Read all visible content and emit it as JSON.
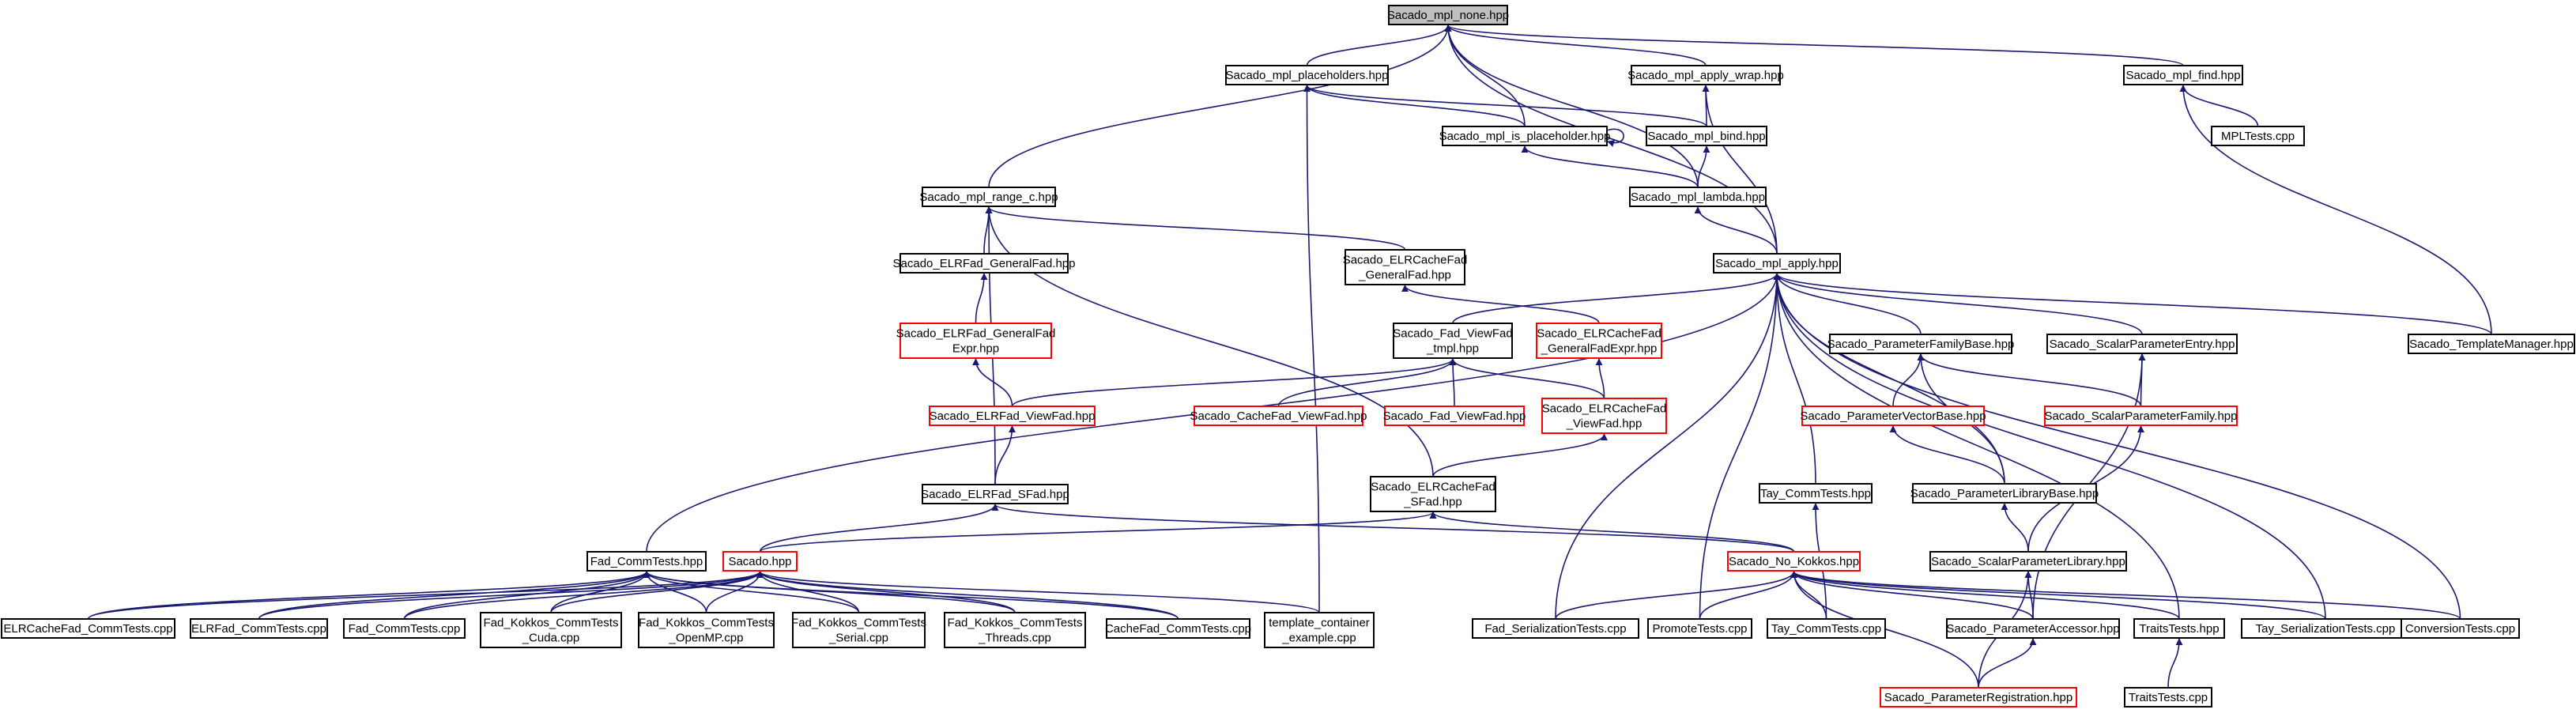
{
  "colors": {
    "edge": "#191970",
    "normal_border": "#000000",
    "red_border": "#ff0000",
    "root_fill": "#bfbfbf"
  },
  "nodes": [
    {
      "id": "none",
      "lines": [
        "Sacado_mpl_none.hpp"
      ],
      "style": "root"
    },
    {
      "id": "placeholders",
      "lines": [
        "Sacado_mpl_placeholders.hpp"
      ],
      "style": "normal"
    },
    {
      "id": "apply_wrap",
      "lines": [
        "Sacado_mpl_apply_wrap.hpp"
      ],
      "style": "normal"
    },
    {
      "id": "find",
      "lines": [
        "Sacado_mpl_find.hpp"
      ],
      "style": "normal"
    },
    {
      "id": "is_placeholder",
      "lines": [
        "Sacado_mpl_is_placeholder.hpp"
      ],
      "style": "normal"
    },
    {
      "id": "bind",
      "lines": [
        "Sacado_mpl_bind.hpp"
      ],
      "style": "normal"
    },
    {
      "id": "mpltests",
      "lines": [
        "MPLTests.cpp"
      ],
      "style": "normal"
    },
    {
      "id": "range_c",
      "lines": [
        "Sacado_mpl_range_c.hpp"
      ],
      "style": "normal"
    },
    {
      "id": "lambda",
      "lines": [
        "Sacado_mpl_lambda.hpp"
      ],
      "style": "normal"
    },
    {
      "id": "elrfad_general",
      "lines": [
        "Sacado_ELRFad_GeneralFad.hpp"
      ],
      "style": "normal"
    },
    {
      "id": "elrcache_general",
      "lines": [
        "Sacado_ELRCacheFad",
        "_GeneralFad.hpp"
      ],
      "style": "normal"
    },
    {
      "id": "apply",
      "lines": [
        "Sacado_mpl_apply.hpp"
      ],
      "style": "normal"
    },
    {
      "id": "elrfad_generalexpr",
      "lines": [
        "Sacado_ELRFad_GeneralFad",
        "Expr.hpp"
      ],
      "style": "red"
    },
    {
      "id": "fad_viewfad_tmpl",
      "lines": [
        "Sacado_Fad_ViewFad",
        "_tmpl.hpp"
      ],
      "style": "normal"
    },
    {
      "id": "elrcache_generalexpr",
      "lines": [
        "Sacado_ELRCacheFad",
        "_GeneralFadExpr.hpp"
      ],
      "style": "red"
    },
    {
      "id": "paramfamilybase",
      "lines": [
        "Sacado_ParameterFamilyBase.hpp"
      ],
      "style": "normal"
    },
    {
      "id": "scalarparamentry",
      "lines": [
        "Sacado_ScalarParameterEntry.hpp"
      ],
      "style": "normal"
    },
    {
      "id": "templatemanager",
      "lines": [
        "Sacado_TemplateManager.hpp"
      ],
      "style": "normal"
    },
    {
      "id": "elrfad_viewfad",
      "lines": [
        "Sacado_ELRFad_ViewFad.hpp"
      ],
      "style": "red"
    },
    {
      "id": "cachefad_viewfad",
      "lines": [
        "Sacado_CacheFad_ViewFad.hpp"
      ],
      "style": "red"
    },
    {
      "id": "fad_viewfad",
      "lines": [
        "Sacado_Fad_ViewFad.hpp"
      ],
      "style": "red"
    },
    {
      "id": "elrcache_viewfad",
      "lines": [
        "Sacado_ELRCacheFad",
        "_ViewFad.hpp"
      ],
      "style": "red"
    },
    {
      "id": "paramvectorbase",
      "lines": [
        "Sacado_ParameterVectorBase.hpp"
      ],
      "style": "red"
    },
    {
      "id": "scalarparamfamily",
      "lines": [
        "Sacado_ScalarParameterFamily.hpp"
      ],
      "style": "red"
    },
    {
      "id": "elrfad_sfad",
      "lines": [
        "Sacado_ELRFad_SFad.hpp"
      ],
      "style": "normal"
    },
    {
      "id": "elrcache_sfad",
      "lines": [
        "Sacado_ELRCacheFad",
        "_SFad.hpp"
      ],
      "style": "normal"
    },
    {
      "id": "tay_commtests_hpp",
      "lines": [
        "Tay_CommTests.hpp"
      ],
      "style": "normal"
    },
    {
      "id": "paramlibbase",
      "lines": [
        "Sacado_ParameterLibraryBase.hpp"
      ],
      "style": "normal"
    },
    {
      "id": "fad_commtests_hpp",
      "lines": [
        "Fad_CommTests.hpp"
      ],
      "style": "normal"
    },
    {
      "id": "sacado_hpp",
      "lines": [
        "Sacado.hpp"
      ],
      "style": "red"
    },
    {
      "id": "no_kokkos",
      "lines": [
        "Sacado_No_Kokkos.hpp"
      ],
      "style": "red"
    },
    {
      "id": "scalarparamlib",
      "lines": [
        "Sacado_ScalarParameterLibrary.hpp"
      ],
      "style": "normal"
    },
    {
      "id": "elrcache_commtests",
      "lines": [
        "ELRCacheFad_CommTests.cpp"
      ],
      "style": "normal"
    },
    {
      "id": "elrfad_commtests",
      "lines": [
        "ELRFad_CommTests.cpp"
      ],
      "style": "normal"
    },
    {
      "id": "fad_commtests_cpp",
      "lines": [
        "Fad_CommTests.cpp"
      ],
      "style": "normal"
    },
    {
      "id": "kokkos_cuda",
      "lines": [
        "Fad_Kokkos_CommTests",
        "_Cuda.cpp"
      ],
      "style": "normal"
    },
    {
      "id": "kokkos_openmp",
      "lines": [
        "Fad_Kokkos_CommTests",
        "_OpenMP.cpp"
      ],
      "style": "normal"
    },
    {
      "id": "kokkos_serial",
      "lines": [
        "Fad_Kokkos_CommTests",
        "_Serial.cpp"
      ],
      "style": "normal"
    },
    {
      "id": "kokkos_threads",
      "lines": [
        "Fad_Kokkos_CommTests",
        "_Threads.cpp"
      ],
      "style": "normal"
    },
    {
      "id": "cachefad_commtests",
      "lines": [
        "CacheFad_CommTests.cpp"
      ],
      "style": "normal"
    },
    {
      "id": "template_container",
      "lines": [
        "template_container",
        "_example.cpp"
      ],
      "style": "normal"
    },
    {
      "id": "fad_serialization",
      "lines": [
        "Fad_SerializationTests.cpp"
      ],
      "style": "normal"
    },
    {
      "id": "promotetests",
      "lines": [
        "PromoteTests.cpp"
      ],
      "style": "normal"
    },
    {
      "id": "tay_commtests_cpp",
      "lines": [
        "Tay_CommTests.cpp"
      ],
      "style": "normal"
    },
    {
      "id": "paramaccessor",
      "lines": [
        "Sacado_ParameterAccessor.hpp"
      ],
      "style": "normal"
    },
    {
      "id": "traitstests_hpp",
      "lines": [
        "TraitsTests.hpp"
      ],
      "style": "normal"
    },
    {
      "id": "tay_serialization",
      "lines": [
        "Tay_SerializationTests.cpp"
      ],
      "style": "normal"
    },
    {
      "id": "conversiontests",
      "lines": [
        "ConversionTests.cpp"
      ],
      "style": "normal"
    },
    {
      "id": "paramregistration",
      "lines": [
        "Sacado_ParameterRegistration.hpp"
      ],
      "style": "red"
    },
    {
      "id": "traitstests_cpp",
      "lines": [
        "TraitsTests.cpp"
      ],
      "style": "normal"
    }
  ],
  "edges": [
    [
      "placeholders",
      "none"
    ],
    [
      "apply_wrap",
      "none"
    ],
    [
      "find",
      "none"
    ],
    [
      "is_placeholder",
      "none"
    ],
    [
      "range_c",
      "none"
    ],
    [
      "apply",
      "none"
    ],
    [
      "lambda",
      "none"
    ],
    [
      "is_placeholder",
      "placeholders"
    ],
    [
      "bind",
      "placeholders"
    ],
    [
      "template_container",
      "placeholders"
    ],
    [
      "bind",
      "apply_wrap"
    ],
    [
      "apply",
      "apply_wrap"
    ],
    [
      "mpltests",
      "find"
    ],
    [
      "templatemanager",
      "find"
    ],
    [
      "is_placeholder",
      "is_placeholder"
    ],
    [
      "lambda",
      "is_placeholder"
    ],
    [
      "lambda",
      "bind"
    ],
    [
      "apply",
      "lambda"
    ],
    [
      "elrfad_general",
      "range_c"
    ],
    [
      "elrcache_general",
      "range_c"
    ],
    [
      "elrfad_sfad",
      "range_c"
    ],
    [
      "elrcache_sfad",
      "range_c"
    ],
    [
      "elrfad_generalexpr",
      "elrfad_general"
    ],
    [
      "elrcache_generalexpr",
      "elrcache_general"
    ],
    [
      "elrfad_viewfad",
      "elrfad_generalexpr"
    ],
    [
      "elrcache_viewfad",
      "elrcache_generalexpr"
    ],
    [
      "elrfad_sfad",
      "elrfad_viewfad"
    ],
    [
      "elrfad_viewfad",
      "fad_viewfad_tmpl"
    ],
    [
      "cachefad_viewfad",
      "fad_viewfad_tmpl"
    ],
    [
      "fad_viewfad",
      "fad_viewfad_tmpl"
    ],
    [
      "elrcache_viewfad",
      "fad_viewfad_tmpl"
    ],
    [
      "elrcache_sfad",
      "elrcache_viewfad"
    ],
    [
      "fad_viewfad_tmpl",
      "apply"
    ],
    [
      "fad_commtests_hpp",
      "apply"
    ],
    [
      "fad_serialization",
      "apply"
    ],
    [
      "promotetests",
      "apply"
    ],
    [
      "tay_commtests_hpp",
      "apply"
    ],
    [
      "paramfamilybase",
      "apply"
    ],
    [
      "scalarparamentry",
      "apply"
    ],
    [
      "templatemanager",
      "apply"
    ],
    [
      "paramlibbase",
      "apply"
    ],
    [
      "traitstests_hpp",
      "apply"
    ],
    [
      "tay_serialization",
      "apply"
    ],
    [
      "conversiontests",
      "apply"
    ],
    [
      "paramvectorbase",
      "paramfamilybase"
    ],
    [
      "paramlibbase",
      "paramfamilybase"
    ],
    [
      "scalarparamfamily",
      "paramfamilybase"
    ],
    [
      "scalarparamfamily",
      "scalarparamentry"
    ],
    [
      "paramaccessor",
      "scalarparamentry"
    ],
    [
      "paramlibbase",
      "paramvectorbase"
    ],
    [
      "scalarparamlib",
      "scalarparamfamily"
    ],
    [
      "scalarparamlib",
      "paramlibbase"
    ],
    [
      "sacado_hpp",
      "elrfad_sfad"
    ],
    [
      "no_kokkos",
      "elrfad_sfad"
    ],
    [
      "sacado_hpp",
      "elrcache_sfad"
    ],
    [
      "no_kokkos",
      "elrcache_sfad"
    ],
    [
      "tay_commtests_cpp",
      "tay_commtests_hpp"
    ],
    [
      "elrcache_commtests",
      "fad_commtests_hpp"
    ],
    [
      "elrfad_commtests",
      "fad_commtests_hpp"
    ],
    [
      "fad_commtests_cpp",
      "fad_commtests_hpp"
    ],
    [
      "kokkos_cuda",
      "fad_commtests_hpp"
    ],
    [
      "kokkos_openmp",
      "fad_commtests_hpp"
    ],
    [
      "kokkos_serial",
      "fad_commtests_hpp"
    ],
    [
      "kokkos_threads",
      "fad_commtests_hpp"
    ],
    [
      "cachefad_commtests",
      "fad_commtests_hpp"
    ],
    [
      "elrcache_commtests",
      "sacado_hpp"
    ],
    [
      "elrfad_commtests",
      "sacado_hpp"
    ],
    [
      "fad_commtests_cpp",
      "sacado_hpp"
    ],
    [
      "kokkos_cuda",
      "sacado_hpp"
    ],
    [
      "kokkos_openmp",
      "sacado_hpp"
    ],
    [
      "kokkos_serial",
      "sacado_hpp"
    ],
    [
      "kokkos_threads",
      "sacado_hpp"
    ],
    [
      "cachefad_commtests",
      "sacado_hpp"
    ],
    [
      "template_container",
      "sacado_hpp"
    ],
    [
      "fad_serialization",
      "no_kokkos"
    ],
    [
      "promotetests",
      "no_kokkos"
    ],
    [
      "tay_commtests_cpp",
      "no_kokkos"
    ],
    [
      "paramaccessor",
      "no_kokkos"
    ],
    [
      "traitstests_hpp",
      "no_kokkos"
    ],
    [
      "tay_serialization",
      "no_kokkos"
    ],
    [
      "conversiontests",
      "no_kokkos"
    ],
    [
      "paramregistration",
      "no_kokkos"
    ],
    [
      "paramaccessor",
      "scalarparamlib"
    ],
    [
      "paramregistration",
      "scalarparamlib"
    ],
    [
      "paramregistration",
      "paramaccessor"
    ],
    [
      "traitstests_cpp",
      "traitstests_hpp"
    ]
  ]
}
